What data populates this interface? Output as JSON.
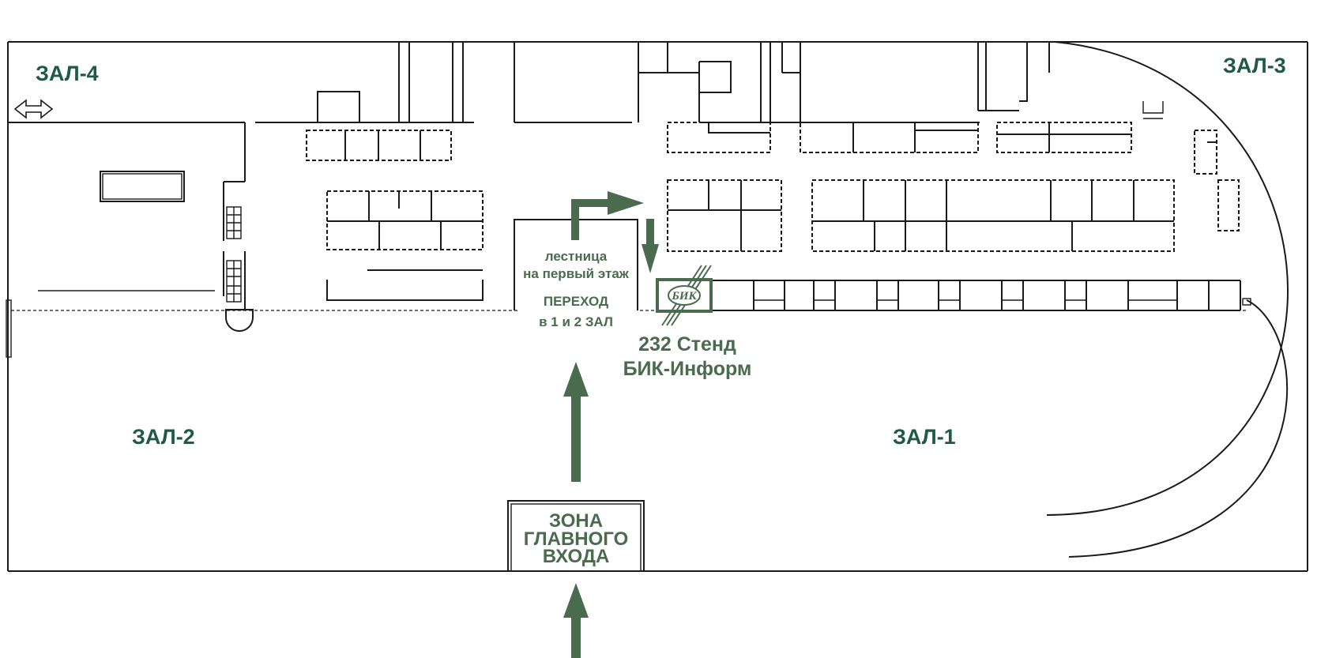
{
  "halls": {
    "hall_4": "ЗАЛ-4",
    "hall_3": "ЗАЛ-3",
    "hall_2": "ЗАЛ-2",
    "hall_1": "ЗАЛ-1"
  },
  "stairs": {
    "line1": "лестница",
    "line2": "на первый этаж"
  },
  "passage": {
    "line1": "ПЕРЕХОД",
    "line2": "в 1 и 2 ЗАЛ"
  },
  "stand": {
    "line1": "232 Стенд",
    "line2": "БИК-Информ",
    "logo_text": "БИК"
  },
  "entrance": {
    "line1": "ЗОНА",
    "line2": "ГЛАВНОГО",
    "line3": "ВХОДА"
  },
  "colors": {
    "hall_label": "#1f5a47",
    "accent": "#4a6b4e",
    "wall": "#1a1a1a"
  },
  "icons": {
    "double_arrow": "double-arrow-icon",
    "route_arrows": "arrow-icon",
    "stand_logo": "bik-logo-icon"
  }
}
